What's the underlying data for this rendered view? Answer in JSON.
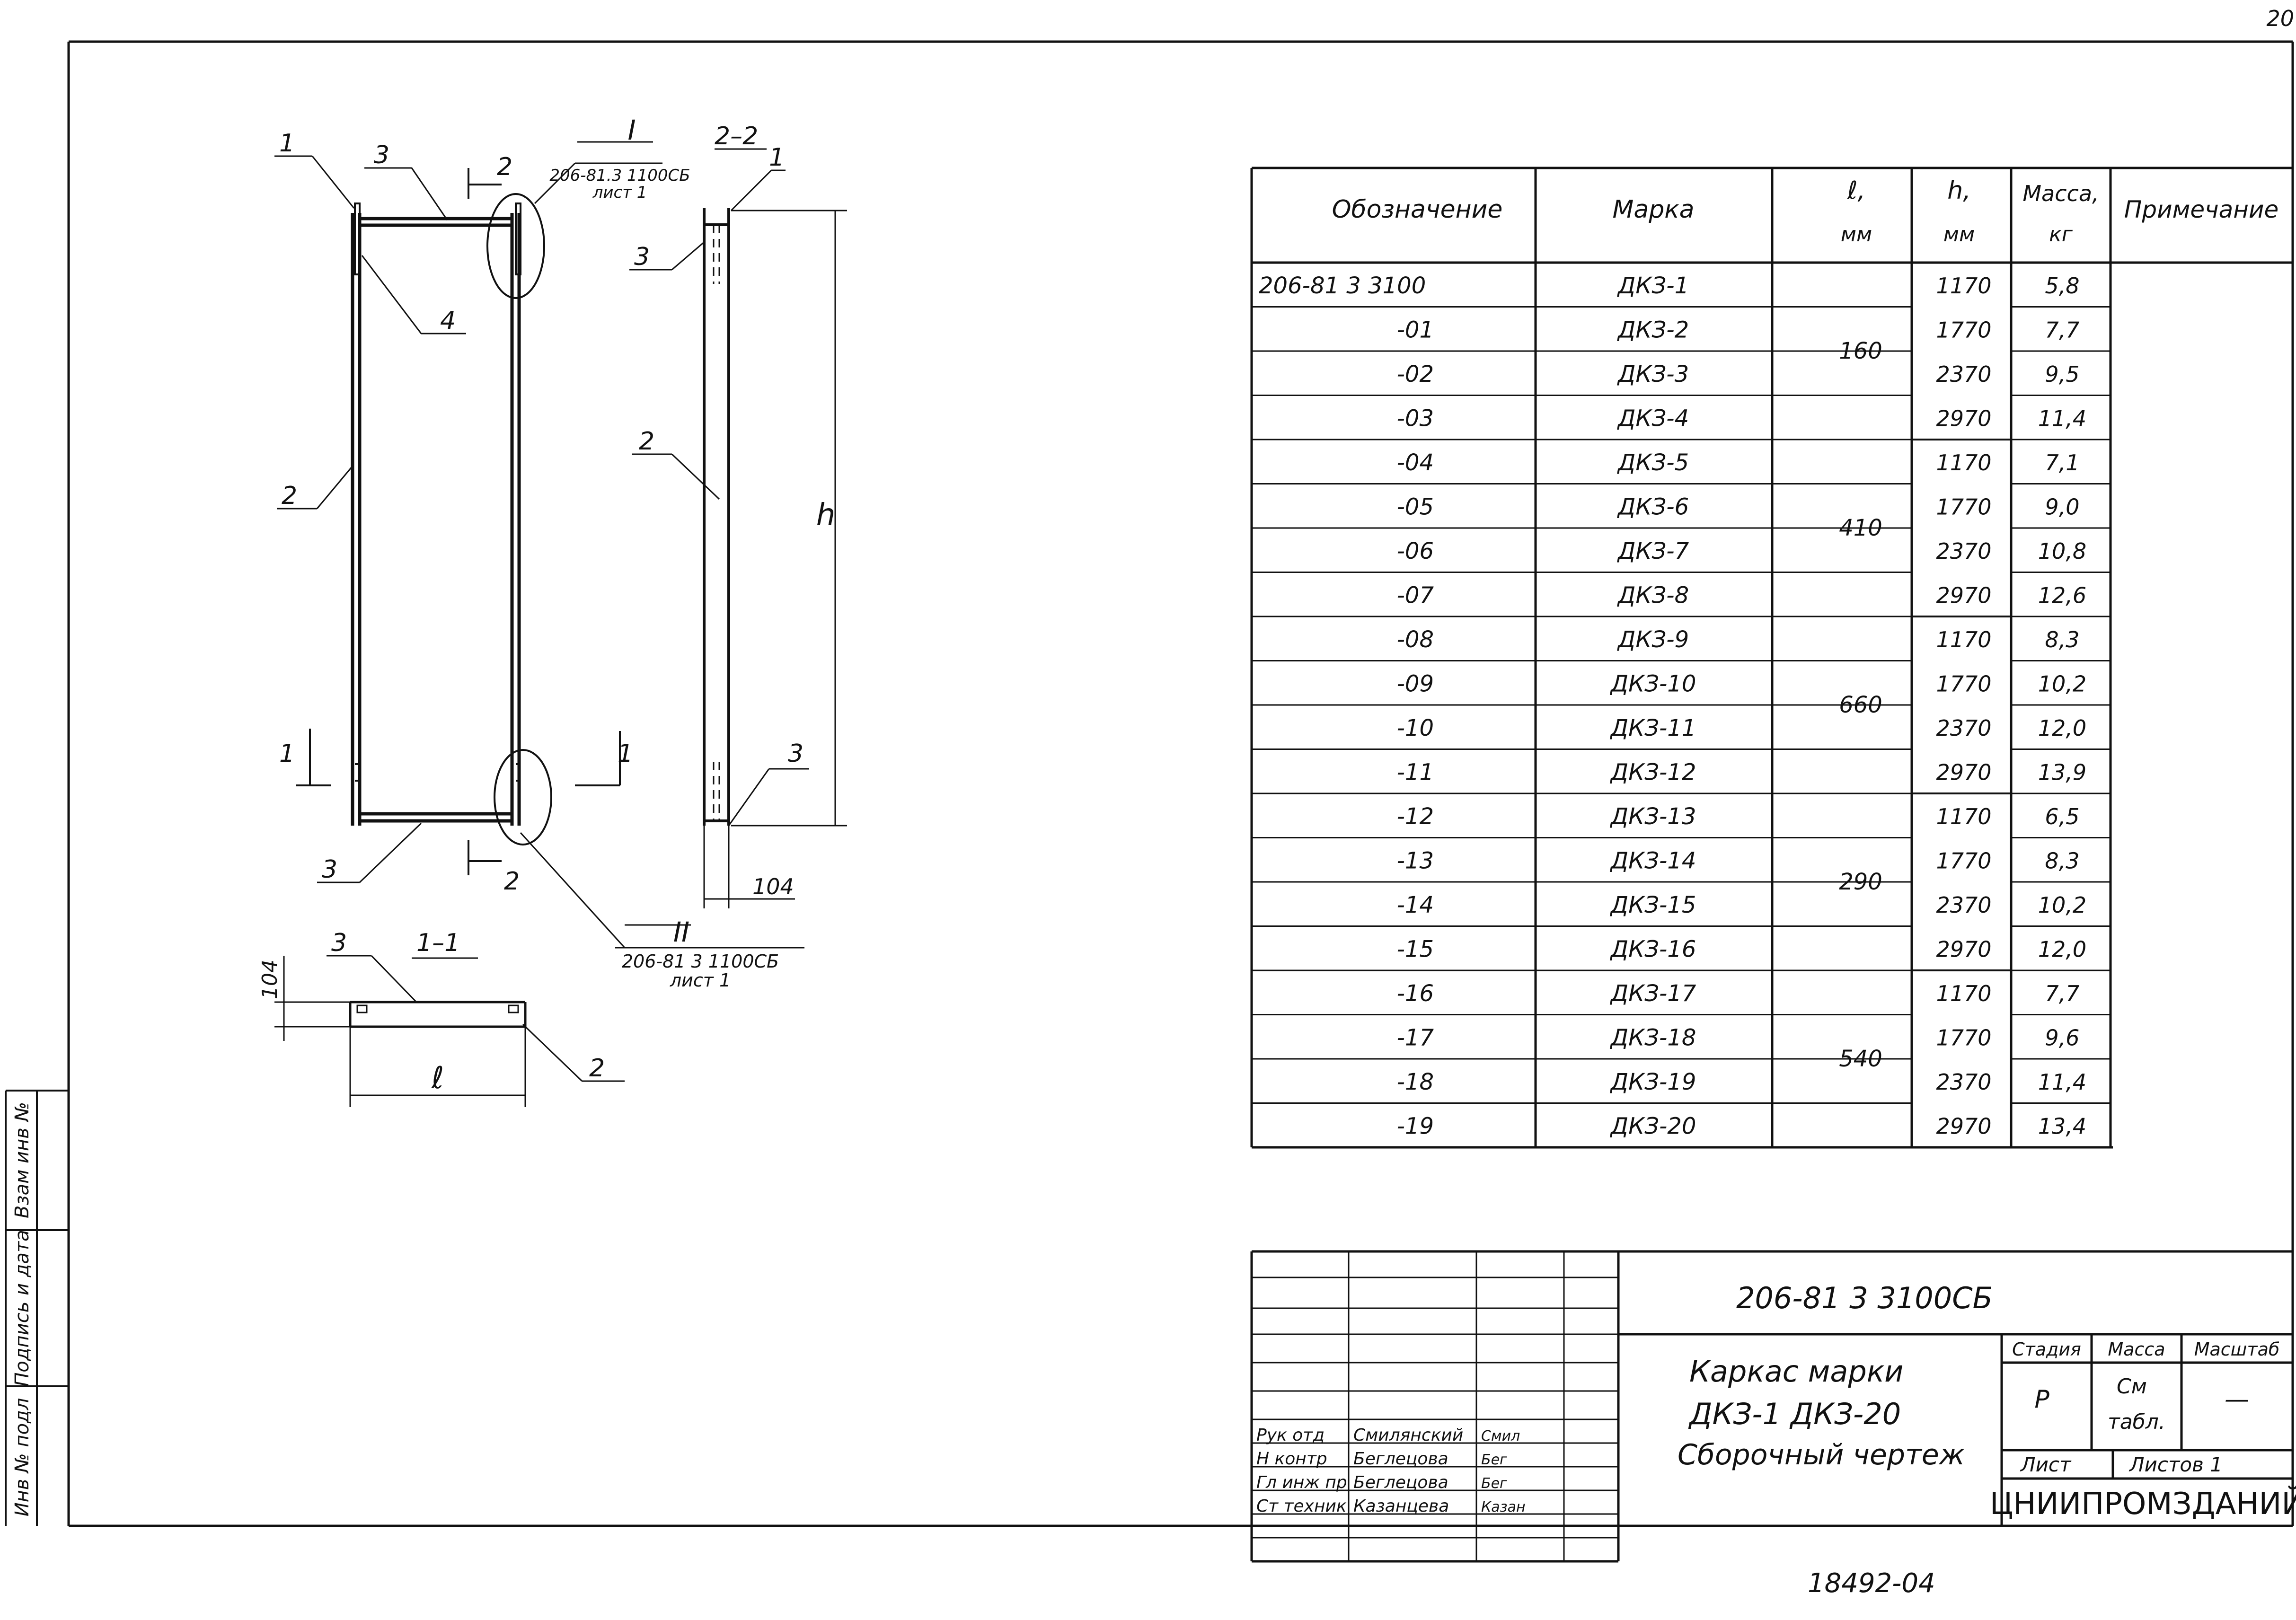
{
  "sheet_number": "20",
  "bottom_code": "18492-04",
  "side_stamp": [
    "Инв № подл",
    "Подпись и дата",
    "Взам инв №"
  ],
  "drawing": {
    "pos_1": "1",
    "pos_2": "2",
    "pos_3": "3",
    "pos_4": "4",
    "section_2_2": "2–2",
    "section_1_1": "1–1",
    "detail_I": "I",
    "detail_II": "II",
    "detail_ref_top": "206-81.3 1100СБ",
    "detail_ref_top_sheet": "лист 1",
    "detail_ref_bottom": "206-81 3 1100СБ",
    "detail_ref_bottom_sheet": "лист 1",
    "dim_h": "h",
    "dim_l": "ℓ",
    "dim_104": "104"
  },
  "table": {
    "headers": {
      "designation": "Обозначение",
      "mark": "Марка",
      "l_sym": "ℓ,",
      "l_unit": "мм",
      "h_sym": "h,",
      "h_unit": "мм",
      "mass": "Масса,",
      "mass_unit": "кг",
      "note": "Примечание"
    },
    "rows": [
      {
        "designation": "206-81 3 3100",
        "mark": "ДКЗ-1",
        "h": "1170",
        "mass": "5,8"
      },
      {
        "designation": "-01",
        "mark": "ДКЗ-2",
        "h": "1770",
        "mass": "7,7"
      },
      {
        "designation": "-02",
        "mark": "ДКЗ-3",
        "h": "2370",
        "mass": "9,5"
      },
      {
        "designation": "-03",
        "mark": "ДКЗ-4",
        "h": "2970",
        "mass": "11,4"
      },
      {
        "designation": "-04",
        "mark": "ДКЗ-5",
        "h": "1170",
        "mass": "7,1"
      },
      {
        "designation": "-05",
        "mark": "ДКЗ-6",
        "h": "1770",
        "mass": "9,0"
      },
      {
        "designation": "-06",
        "mark": "ДКЗ-7",
        "h": "2370",
        "mass": "10,8"
      },
      {
        "designation": "-07",
        "mark": "ДКЗ-8",
        "h": "2970",
        "mass": "12,6"
      },
      {
        "designation": "-08",
        "mark": "ДКЗ-9",
        "h": "1170",
        "mass": "8,3"
      },
      {
        "designation": "-09",
        "mark": "ДКЗ-10",
        "h": "1770",
        "mass": "10,2"
      },
      {
        "designation": "-10",
        "mark": "ДКЗ-11",
        "h": "2370",
        "mass": "12,0"
      },
      {
        "designation": "-11",
        "mark": "ДКЗ-12",
        "h": "2970",
        "mass": "13,9"
      },
      {
        "designation": "-12",
        "mark": "ДКЗ-13",
        "h": "1170",
        "mass": "6,5"
      },
      {
        "designation": "-13",
        "mark": "ДКЗ-14",
        "h": "1770",
        "mass": "8,3"
      },
      {
        "designation": "-14",
        "mark": "ДКЗ-15",
        "h": "2370",
        "mass": "10,2"
      },
      {
        "designation": "-15",
        "mark": "ДКЗ-16",
        "h": "2970",
        "mass": "12,0"
      },
      {
        "designation": "-16",
        "mark": "ДКЗ-17",
        "h": "1170",
        "mass": "7,7"
      },
      {
        "designation": "-17",
        "mark": "ДКЗ-18",
        "h": "1770",
        "mass": "9,6"
      },
      {
        "designation": "-18",
        "mark": "ДКЗ-19",
        "h": "2370",
        "mass": "11,4"
      },
      {
        "designation": "-19",
        "mark": "ДКЗ-20",
        "h": "2970",
        "mass": "13,4"
      }
    ],
    "l_groups": [
      "160",
      "410",
      "660",
      "290",
      "540"
    ]
  },
  "title_block": {
    "doc_code": "206-81 3 3100СБ",
    "title_line1": "Каркас марки",
    "title_line2": "ДКЗ-1  ДКЗ-20",
    "title_line3": "Сборочный чертеж",
    "stage_label": "Стадия",
    "mass_label": "Масса",
    "scale_label": "Масштаб",
    "stage_value": "Р",
    "mass_value_1": "См",
    "mass_value_2": "табл.",
    "scale_value": "—",
    "sheet_label": "Лист",
    "sheets_label": "Листов 1",
    "org": "ЦНИИПРОМЗДАНИЙ",
    "signers": [
      {
        "role": "Рук отд",
        "name": "Смилянский",
        "sign": "Смил"
      },
      {
        "role": "Н контр",
        "name": "Беглецова",
        "sign": "Бег"
      },
      {
        "role": "Гл инж пр",
        "name": "Беглецова",
        "sign": "Бег"
      },
      {
        "role": "Ст техник",
        "name": "Казанцева",
        "sign": "Казан"
      }
    ]
  }
}
